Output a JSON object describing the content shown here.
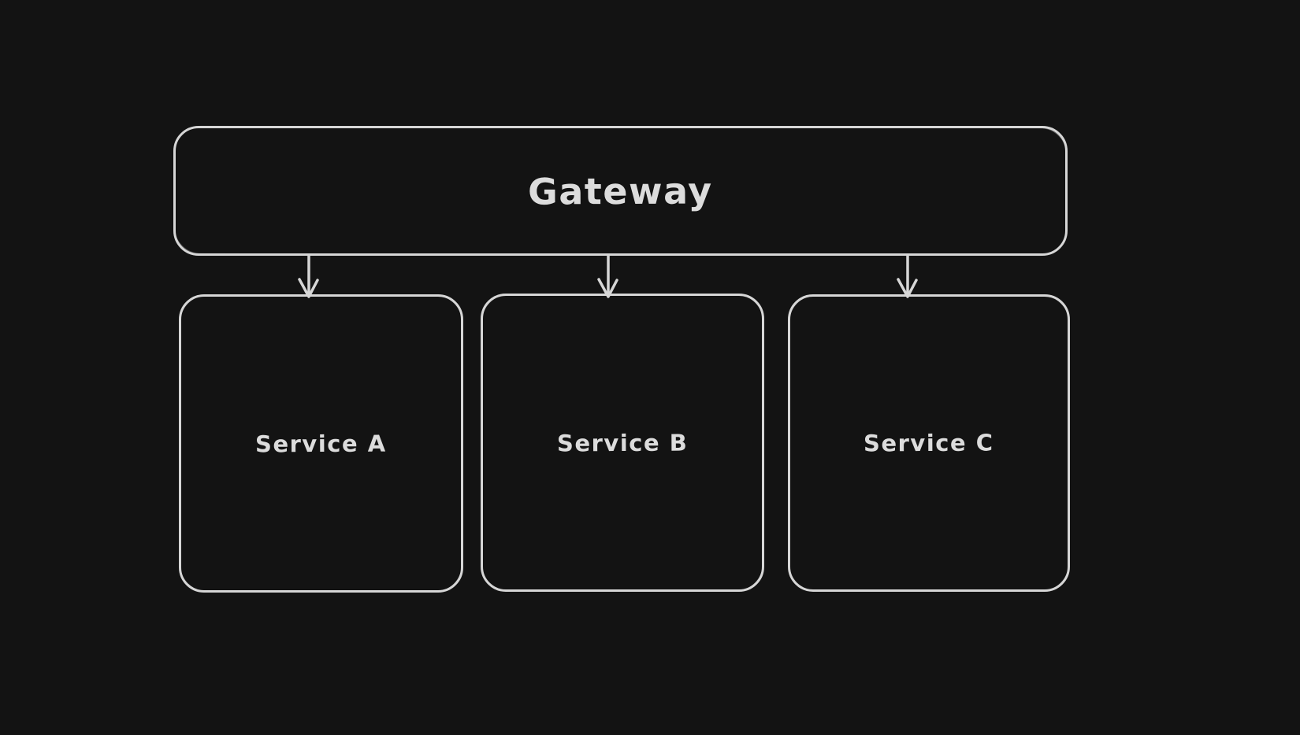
{
  "theme": {
    "background": "#131313",
    "stroke": "#d6d6d6",
    "text": "#dcdcdc"
  },
  "diagram": {
    "gateway": {
      "label": "Gateway"
    },
    "services": [
      {
        "id": "service-a",
        "label": "Service A"
      },
      {
        "id": "service-b",
        "label": "Service B"
      },
      {
        "id": "service-c",
        "label": "Service C"
      }
    ],
    "connectors": [
      {
        "from": "Gateway",
        "to": "Service A",
        "style": "arrow-down"
      },
      {
        "from": "Gateway",
        "to": "Service B",
        "style": "arrow-down"
      },
      {
        "from": "Gateway",
        "to": "Service C",
        "style": "arrow-down"
      }
    ]
  }
}
